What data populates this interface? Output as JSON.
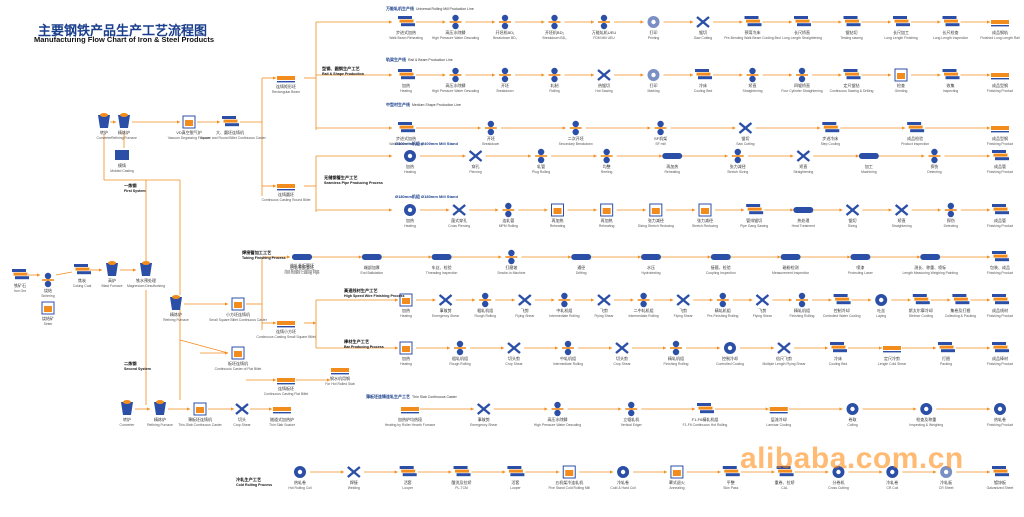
{
  "title": {
    "cn": "主要钢铁产品生产工艺流程图",
    "en": "Manufacturing Flow Chart of Iron & Steel Products"
  },
  "colors": {
    "primary": "#2b4fa6",
    "accent": "#f28c1c",
    "title": "#1a3f8c"
  },
  "watermark": "alibaba.com.cn",
  "left": {
    "raw": [
      {
        "cn": "铁矿石",
        "en": "Iron Ore"
      },
      {
        "cn": "烧结",
        "en": "Sintering"
      },
      {
        "cn": "焦炭",
        "en": "Coking Coal"
      },
      {
        "cn": "烧结矿",
        "en": "Sinter"
      },
      {
        "cn": "高炉",
        "en": "Blast Furnace"
      },
      {
        "cn": "铁水预处理",
        "en": "Magnesium Desulfurizing"
      },
      {
        "cn": "转炉",
        "en": "Converter"
      },
      {
        "cn": "精炼炉",
        "en": "Refining Furnace"
      },
      {
        "cn": "模铸",
        "en": "Molded Casting"
      },
      {
        "cn": "VD真空脱气炉",
        "en": "Vacuum Degassing Furnace"
      },
      {
        "cn": "大、圆坯连铸机",
        "en": "Square and Round Billet Continuous Caster"
      },
      {
        "cn": "精炼炉",
        "en": "Refining Furnace"
      },
      {
        "cn": "小方坯连铸机",
        "en": "Small Square Billet Continuous Caster"
      },
      {
        "cn": "板坯连铸机",
        "en": "Continuous Caster of Flat Billet"
      },
      {
        "cn": "转炉",
        "en": "Converter"
      },
      {
        "cn": "精炼炉",
        "en": "Refining Furnace"
      },
      {
        "cn": "薄板坯连铸机",
        "en": "Thin-Slab Continuous Caster"
      },
      {
        "cn": "切头",
        "en": "Crop Shear"
      },
      {
        "cn": "隧道式加热炉",
        "en": "Thin Slab Soaker"
      }
    ],
    "system1": {
      "cn": "一炼钢",
      "en": "First System"
    },
    "system2": {
      "cn": "二炼钢",
      "en": "Second System"
    }
  },
  "middle": [
    {
      "cn": "连铸矩形坯",
      "en": "Rectangular Beam"
    },
    {
      "cn": "连铸圆坯",
      "en": "Continuous Casting Round Billet"
    },
    {
      "cn": "热轧卷板管坯",
      "en": "Hot Rolled Coiling Pipe"
    },
    {
      "cn": "连铸小方坯",
      "en": "Continuous Casting Small Square Billet"
    },
    {
      "cn": "连铸板坯",
      "en": "Continuous Casting Flat Billet"
    },
    {
      "cn": "钢水机用钢",
      "en": "For Hot Rolled Slab"
    }
  ],
  "sections": [
    {
      "cn": "型钢、圆钢生产工艺",
      "en": "Rail & Shape Production"
    },
    {
      "cn": "无缝钢管生产工艺",
      "en": "Seamless Pipe Producing Process"
    },
    {
      "cn": "焊接管加工工艺",
      "en": "Tubing Finishing Process"
    },
    {
      "cn": "高速线材生产工艺",
      "en": "High Speed Wire Finishing Process"
    },
    {
      "cn": "棒材生产工艺",
      "en": "Bar Producing Process"
    },
    {
      "cn": "冷轧生产工艺",
      "en": "Cold Rolling Process"
    }
  ],
  "lines": {
    "rail": {
      "header": {
        "cn": "万能轧机生产线",
        "en": "Universal Rolling Mill Production Line"
      },
      "steps": [
        {
          "cn": "步进式加热",
          "en": "Walk Beam Reheating"
        },
        {
          "cn": "高压水除鳞",
          "en": "High Pressure Water Descaling"
        },
        {
          "cn": "开坯机BD₁",
          "en": "Breakdown BD₁"
        },
        {
          "cn": "开坯机BD₂",
          "en": "Breakdown BD₂"
        },
        {
          "cn": "万能轧机UEU",
          "en": "FDM Mill UEU"
        },
        {
          "cn": "打印",
          "en": "Printing"
        },
        {
          "cn": "锯切",
          "en": "Saw Cutting"
        },
        {
          "cn": "预弯冷床",
          "en": "Pre-Bending Walk Beam Cooling Bed"
        },
        {
          "cn": "长尺矫直",
          "en": "Long Length Straightening"
        },
        {
          "cn": "锯钻切",
          "en": "Testing sawing"
        },
        {
          "cn": "长尺加工",
          "en": "Long Length Finishing"
        },
        {
          "cn": "长尺检查",
          "en": "Long Length Inspection"
        },
        {
          "cn": "成品钢轨",
          "en": "Finished Long Length Rail"
        }
      ]
    },
    "beam": {
      "header": {
        "cn": "轨梁生产线",
        "en": "Rail & Beam Production Line"
      },
      "steps": [
        {
          "cn": "加热",
          "en": "Heating"
        },
        {
          "cn": "高压水除鳞",
          "en": "High Pressure Water Descaling"
        },
        {
          "cn": "开坯",
          "en": "Breakdown"
        },
        {
          "cn": "轧制",
          "en": "Rolling"
        },
        {
          "cn": "热锯切",
          "en": "Hot Sawing"
        },
        {
          "cn": "打印",
          "en": "Marking"
        },
        {
          "cn": "冷床",
          "en": "Cooling Bed"
        },
        {
          "cn": "矫直",
          "en": "Straightening"
        },
        {
          "cn": "四辊矫直",
          "en": "Four Cylinder Straightening"
        },
        {
          "cn": "定尺锯钻",
          "en": "Continuous Sawing & Drilling"
        },
        {
          "cn": "检查",
          "en": "Grinding"
        },
        {
          "cn": "收集",
          "en": "Inspecting"
        },
        {
          "cn": "成品型钢",
          "en": "Finishing Product"
        }
      ]
    },
    "medium": {
      "header": {
        "cn": "中型材生产线",
        "en": "Medium Shape Production Line"
      },
      "steps": [
        {
          "cn": "步进式加热",
          "en": "Walk Beam Reheating"
        },
        {
          "cn": "开坯",
          "en": "Breakdown"
        },
        {
          "cn": "二次开坯",
          "en": "Secondary Breakdown"
        },
        {
          "cn": "SF机架",
          "en": "SF mill"
        },
        {
          "cn": "锯切",
          "en": "Saw Cutting"
        },
        {
          "cn": "步进冷床",
          "en": "Step Cooling"
        },
        {
          "cn": "成品检验",
          "en": "Product Inspection"
        },
        {
          "cn": "成品型钢",
          "en": "Finishing Product"
        }
      ]
    },
    "pipe400": {
      "header": "Ø400mm机组 Ø400mm Mill Stand",
      "steps": [
        {
          "cn": "加热",
          "en": "Heating"
        },
        {
          "cn": "穿孔",
          "en": "Piercing"
        },
        {
          "cn": "轧管",
          "en": "Plug Rolling"
        },
        {
          "cn": "均整",
          "en": "Reeling"
        },
        {
          "cn": "再加热",
          "en": "Reheating"
        },
        {
          "cn": "张力减径",
          "en": "Stretch Sizing"
        },
        {
          "cn": "矫直",
          "en": "Straightening"
        },
        {
          "cn": "加工",
          "en": "Machining"
        },
        {
          "cn": "探伤",
          "en": "Detecting"
        },
        {
          "cn": "成品管",
          "en": "Finishing Product"
        }
      ]
    },
    "pipe180": {
      "header": "Ø180mm机组 Ø180mm Mill Stand",
      "steps": [
        {
          "cn": "加热",
          "en": "Heating"
        },
        {
          "cn": "菌式穿孔",
          "en": "Cross Piercing"
        },
        {
          "cn": "连轧管",
          "en": "MPM Rolling"
        },
        {
          "cn": "再加热",
          "en": "Reheating"
        },
        {
          "cn": "再加热",
          "en": "Reheating"
        },
        {
          "cn": "张力减径",
          "en": "Sizing Stretch Reducing"
        },
        {
          "cn": "张力减径",
          "en": "Stretch Reducing"
        },
        {
          "cn": "管排锯切",
          "en": "Pipe Gang Sawing"
        },
        {
          "cn": "热处理",
          "en": "Heat Treatment"
        },
        {
          "cn": "锯切",
          "en": "Sizing"
        },
        {
          "cn": "矫直",
          "en": "Straightening"
        },
        {
          "cn": "探伤",
          "en": "Detecting"
        },
        {
          "cn": "成品管",
          "en": "Finishing Product"
        }
      ]
    },
    "tubing": {
      "steps": [
        {
          "cn": "热轧卷板管坯",
          "en": "Hot Rolled Casing Pipe"
        },
        {
          "cn": "端部加厚",
          "en": "End Ballstation"
        },
        {
          "cn": "车丝、检验",
          "en": "Threading Inspection"
        },
        {
          "cn": "打磨坡",
          "en": "Smoke-in Machine"
        },
        {
          "cn": "通径",
          "en": "Drifting"
        },
        {
          "cn": "水压",
          "en": "Hydrotesting"
        },
        {
          "cn": "接箍、检验",
          "en": "Coupling Inspection"
        },
        {
          "cn": "磁粉检测",
          "en": "Measurement Inspection"
        },
        {
          "cn": "喷漆",
          "en": "Protecting Laser"
        },
        {
          "cn": "测长、称重、喷标",
          "en": "Length Measuring Weighing Painting"
        },
        {
          "cn": "包装、成品",
          "en": "Finishing Product"
        }
      ]
    },
    "wire": {
      "steps": [
        {
          "cn": "加热",
          "en": "Heating"
        },
        {
          "cn": "事故剪",
          "en": "Emergency Shear"
        },
        {
          "cn": "粗轧机组",
          "en": "Rough Rolling"
        },
        {
          "cn": "飞剪",
          "en": "Flying Shear"
        },
        {
          "cn": "中轧机组",
          "en": "Intermediate Rolling"
        },
        {
          "cn": "飞剪",
          "en": "Flying Shear"
        },
        {
          "cn": "二中轧机组",
          "en": "Intermediate Rolling"
        },
        {
          "cn": "飞剪",
          "en": "Flying Shear"
        },
        {
          "cn": "精轧机组",
          "en": "Pre-Finishing Rolling"
        },
        {
          "cn": "飞剪",
          "en": "Flying Shear"
        },
        {
          "cn": "精轧机组",
          "en": "Finishing Rolling"
        },
        {
          "cn": "控制冷却",
          "en": "Controlled Water Cooling"
        },
        {
          "cn": "吐丝",
          "en": "Laying"
        },
        {
          "cn": "斯太尔摩冷却",
          "en": "Stelmor Cooling"
        },
        {
          "cn": "集卷及打捆",
          "en": "Collecting & Packing"
        },
        {
          "cn": "成品线材",
          "en": "Finishing Product"
        }
      ]
    },
    "bar": {
      "steps": [
        {
          "cn": "加热",
          "en": "Heating"
        },
        {
          "cn": "粗轧机组",
          "en": "Rough Rolling"
        },
        {
          "cn": "切头剪",
          "en": "Crop Shear"
        },
        {
          "cn": "中轧机组",
          "en": "Intermediate Rolling"
        },
        {
          "cn": "切头剪",
          "en": "Crop Shear"
        },
        {
          "cn": "精轧机组",
          "en": "Finishing Rolling"
        },
        {
          "cn": "控制冷却",
          "en": "Controlled Cooling"
        },
        {
          "cn": "倍尺飞剪",
          "en": "Multiple Length Flying Shear"
        },
        {
          "cn": "冷床",
          "en": "Cooling Bed"
        },
        {
          "cn": "定尺冷剪",
          "en": "Length Cold Shear"
        },
        {
          "cn": "打捆",
          "en": "Packing"
        },
        {
          "cn": "成品棒材",
          "en": "Finishing Product"
        }
      ]
    },
    "hotstrip": {
      "header": {
        "cn": "薄板坯连铸连轧生产工艺",
        "en": "Thin Slab Continuous Caster"
      },
      "steps": [
        {
          "cn": "加热炉均热段",
          "en": "Heating by Roller Hearth Furnace"
        },
        {
          "cn": "事故剪",
          "en": "Emergency Shear"
        },
        {
          "cn": "高压水除鳞",
          "en": "High Pressure Water Descaling"
        },
        {
          "cn": "立辊轧机",
          "en": "Vertical Edger"
        },
        {
          "cn": "F1-F6精轧机组",
          "en": "F1-F6 Continuous Hot Rolling"
        },
        {
          "cn": "层流冷却",
          "en": "Laminar Cooling"
        },
        {
          "cn": "卷取",
          "en": "Coiling"
        },
        {
          "cn": "检查及称重",
          "en": "Inspecting & Weighing"
        },
        {
          "cn": "热轧卷",
          "en": "Finishing Product"
        }
      ]
    },
    "cold": {
      "steps": [
        {
          "cn": "热轧卷",
          "en": "Hot Rolling Coil"
        },
        {
          "cn": "焊接",
          "en": "Welding"
        },
        {
          "cn": "活套",
          "en": "Looper"
        },
        {
          "cn": "酸洗及拉矫",
          "en": "PL-TCM"
        },
        {
          "cn": "活套",
          "en": "Looper"
        },
        {
          "cn": "五机架冷连轧机",
          "en": "Five Stand Cold Rolling Mill"
        },
        {
          "cn": "冷轧卷",
          "en": "Cold & Hard Coil"
        },
        {
          "cn": "罩式退火",
          "en": "Annealing"
        },
        {
          "cn": "平整",
          "en": "Skin Pass"
        },
        {
          "cn": "重卷、拉矫",
          "en": "CAL"
        },
        {
          "cn": "分卷机",
          "en": "Cross Cutting"
        },
        {
          "cn": "冷轧卷",
          "en": "CR Coil"
        },
        {
          "cn": "冷轧板",
          "en": "CR Sheet"
        },
        {
          "cn": "镀锌板",
          "en": "Galvanized Sheet"
        }
      ]
    }
  }
}
